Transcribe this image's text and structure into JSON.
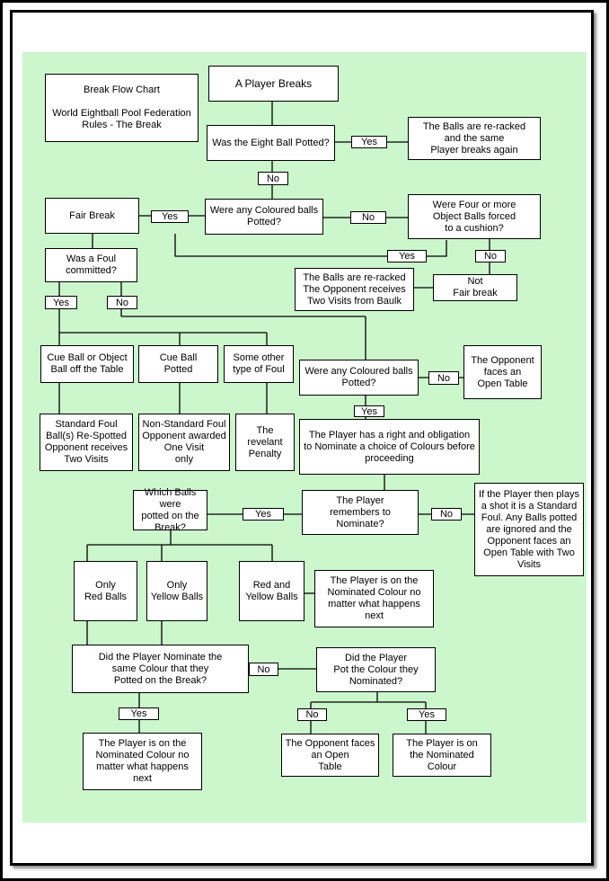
{
  "nodes": {
    "title": "Break Flow Chart\n\nWorld Eightball Pool Federation\nRules - The Break",
    "start": "A Player Breaks",
    "eight_potted": "Was the Eight Ball Potted?",
    "rerack_same": "The Balls are re-racked\nand the same\nPlayer breaks again",
    "fair_break": "Fair Break",
    "coloured_potted_1": "Were any Coloured balls\nPotted?",
    "four_cushion": "Were Four or more\nObject Balls forced\nto a cushion?",
    "foul_committed": "Was a Foul\ncommitted?",
    "rerack_opponent": "The Balls are re-racked\nThe Opponent receives\nTwo Visits from Baulk",
    "not_fair": "Not\nFair break",
    "cue_object_off": "Cue Ball or Object\nBall off the Table",
    "cue_potted": "Cue Ball\nPotted",
    "other_foul": "Some other\ntype of Foul",
    "coloured_potted_2": "Were any Coloured balls\nPotted?",
    "open_table_1": "The Opponent\nfaces an\nOpen Table",
    "standard_foul": "Standard Foul\nBall(s) Re-Spotted\nOpponent receives\nTwo Visits",
    "non_standard_foul": "Non-Standard Foul\nOpponent awarded\nOne Visit\nonly",
    "relevant_penalty": "The\nrevelant\nPenalty",
    "nominate_obligation": "The Player has a right and obligation\nto Nominate a choice of Colours before\nproceeding",
    "which_balls": "Which Balls were\npotted on the\nBreak?",
    "remembers": "The Player\nremembers to\nNominate?",
    "standard_foul_shot": "If the Player then plays\na shot it is a Standard\nFoul. Any Balls potted\nare ignored and the\nOpponent faces an\nOpen Table with Two\nVisits",
    "only_red": "Only\nRed Balls",
    "only_yellow": "Only\nYellow Balls",
    "red_yellow": "Red and\nYellow Balls",
    "on_nominated_1": "The Player is on the\nNominated Colour no\nmatter what happens\nnext",
    "same_colour": "Did the Player Nominate the\nsame Colour that they\nPotted on the Break?",
    "pot_colour": "Did the Player\nPot the Colour they\nNominated?",
    "on_nominated_2": "The Player is on the\nNominated Colour no\nmatter what happens\nnext",
    "open_table_2": "The Opponent faces\nan Open\nTable",
    "on_nominated_3": "The Player is on\nthe Nominated\nColour"
  },
  "labels": {
    "eight_yes": "Yes",
    "eight_no": "No",
    "coloured1_yes": "Yes",
    "coloured1_no": "No",
    "cushion_yes": "Yes",
    "cushion_no": "No",
    "foul_yes": "Yes",
    "foul_no": "No",
    "coloured2_no": "No",
    "coloured2_yes": "Yes",
    "which_yes": "Yes",
    "remembers_no": "No",
    "same_no": "No",
    "same_yes": "Yes",
    "pot_no": "No",
    "pot_yes": "Yes"
  }
}
